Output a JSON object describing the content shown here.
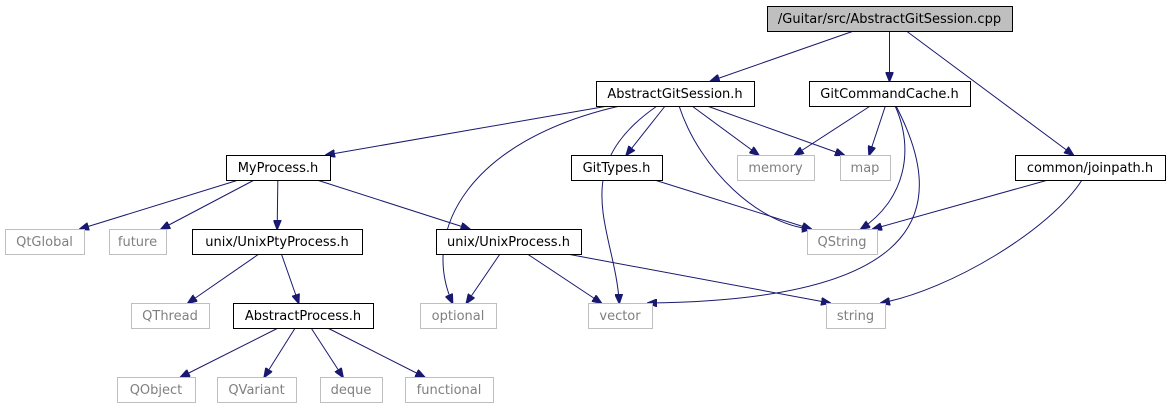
{
  "diagram": {
    "nodes": [
      {
        "id": "root",
        "label": "/Guitar/src/AbstractGitSession.cpp",
        "kind": "root"
      },
      {
        "id": "ags",
        "label": "AbstractGitSession.h",
        "kind": "internal"
      },
      {
        "id": "gcc",
        "label": "GitCommandCache.h",
        "kind": "internal"
      },
      {
        "id": "jp",
        "label": "common/joinpath.h",
        "kind": "internal"
      },
      {
        "id": "myp",
        "label": "MyProcess.h",
        "kind": "internal"
      },
      {
        "id": "gt",
        "label": "GitTypes.h",
        "kind": "internal"
      },
      {
        "id": "mem",
        "label": "memory",
        "kind": "external"
      },
      {
        "id": "map",
        "label": "map",
        "kind": "external"
      },
      {
        "id": "qtg",
        "label": "QtGlobal",
        "kind": "external"
      },
      {
        "id": "fut",
        "label": "future",
        "kind": "external"
      },
      {
        "id": "upty",
        "label": "unix/UnixPtyProcess.h",
        "kind": "internal"
      },
      {
        "id": "uproc",
        "label": "unix/UnixProcess.h",
        "kind": "internal"
      },
      {
        "id": "qstr",
        "label": "QString",
        "kind": "external"
      },
      {
        "id": "qthr",
        "label": "QThread",
        "kind": "external"
      },
      {
        "id": "absp",
        "label": "AbstractProcess.h",
        "kind": "internal"
      },
      {
        "id": "opt",
        "label": "optional",
        "kind": "external"
      },
      {
        "id": "vec",
        "label": "vector",
        "kind": "external"
      },
      {
        "id": "str",
        "label": "string",
        "kind": "external"
      },
      {
        "id": "qobj",
        "label": "QObject",
        "kind": "external"
      },
      {
        "id": "qvar",
        "label": "QVariant",
        "kind": "external"
      },
      {
        "id": "deq",
        "label": "deque",
        "kind": "external"
      },
      {
        "id": "func",
        "label": "functional",
        "kind": "external"
      }
    ],
    "edges": [
      {
        "from": "root",
        "to": "ags"
      },
      {
        "from": "root",
        "to": "gcc"
      },
      {
        "from": "root",
        "to": "jp"
      },
      {
        "from": "ags",
        "to": "myp"
      },
      {
        "from": "ags",
        "to": "gt"
      },
      {
        "from": "ags",
        "to": "mem"
      },
      {
        "from": "ags",
        "to": "map"
      },
      {
        "from": "ags",
        "to": "qstr"
      },
      {
        "from": "ags",
        "to": "opt"
      },
      {
        "from": "ags",
        "to": "vec"
      },
      {
        "from": "gcc",
        "to": "mem"
      },
      {
        "from": "gcc",
        "to": "map"
      },
      {
        "from": "gcc",
        "to": "qstr"
      },
      {
        "from": "gcc",
        "to": "vec"
      },
      {
        "from": "jp",
        "to": "qstr"
      },
      {
        "from": "jp",
        "to": "str"
      },
      {
        "from": "gt",
        "to": "qstr"
      },
      {
        "from": "myp",
        "to": "qtg"
      },
      {
        "from": "myp",
        "to": "fut"
      },
      {
        "from": "myp",
        "to": "upty"
      },
      {
        "from": "myp",
        "to": "uproc"
      },
      {
        "from": "upty",
        "to": "qthr"
      },
      {
        "from": "upty",
        "to": "absp"
      },
      {
        "from": "uproc",
        "to": "opt"
      },
      {
        "from": "uproc",
        "to": "vec"
      },
      {
        "from": "uproc",
        "to": "str"
      },
      {
        "from": "absp",
        "to": "qobj"
      },
      {
        "from": "absp",
        "to": "qvar"
      },
      {
        "from": "absp",
        "to": "deq"
      },
      {
        "from": "absp",
        "to": "func"
      }
    ],
    "colors": {
      "edge": "#191970",
      "internal_border": "#000000",
      "external_border": "#bfbfbf",
      "external_text": "#808080",
      "root_fill": "#bfbfbf"
    }
  }
}
